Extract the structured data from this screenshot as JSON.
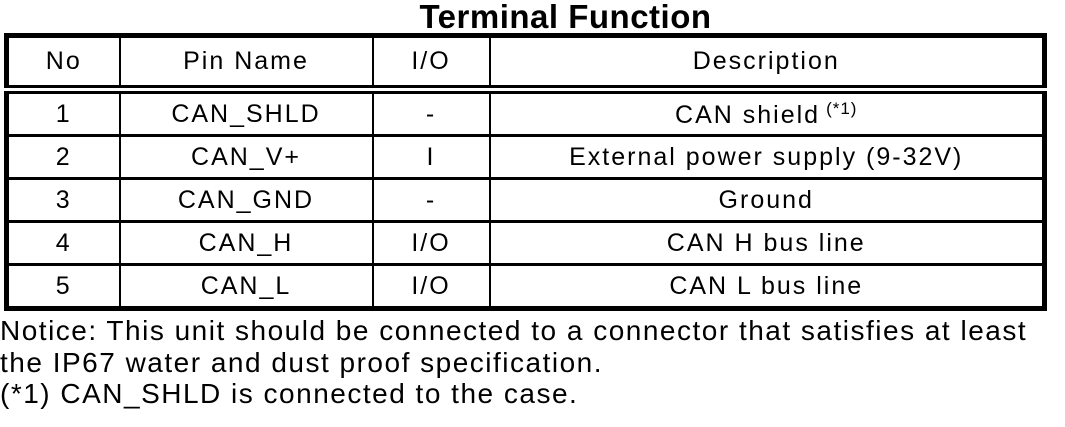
{
  "title": "Terminal Function",
  "table": {
    "headers": [
      "No",
      "Pin Name",
      "I/O",
      "Description"
    ],
    "rows": [
      {
        "no": "1",
        "pin_name": "CAN_SHLD",
        "io": "-",
        "description": "CAN shield",
        "description_sup": "(*1)"
      },
      {
        "no": "2",
        "pin_name": "CAN_V+",
        "io": "I",
        "description": "External power supply (9-32V)"
      },
      {
        "no": "3",
        "pin_name": "CAN_GND",
        "io": "-",
        "description": "Ground"
      },
      {
        "no": "4",
        "pin_name": "CAN_H",
        "io": "I/O",
        "description": "CAN H bus line"
      },
      {
        "no": "5",
        "pin_name": "CAN_L",
        "io": "I/O",
        "description": "CAN L bus line"
      }
    ]
  },
  "notes": {
    "notice": "Notice: This unit should be connected to a connector that satisfies at least the IP67 water and dust proof specification.",
    "footnote": "(*1) CAN_SHLD is connected to the case."
  },
  "colors": {
    "text": "#000000",
    "background": "#ffffff",
    "border": "#000000"
  }
}
